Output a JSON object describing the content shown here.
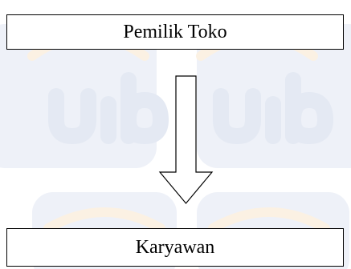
{
  "diagram": {
    "nodes": [
      {
        "id": "owner",
        "label": "Pemilik Toko"
      },
      {
        "id": "employee",
        "label": "Karyawan"
      }
    ],
    "edges": [
      {
        "from": "owner",
        "to": "employee",
        "style": "hollow-block-arrow"
      }
    ]
  },
  "watermark": {
    "logo_text": "uib",
    "colors": {
      "tile": "#eef1f8",
      "logo": "#e4e9f3",
      "arc": "#fbf1e3"
    }
  }
}
